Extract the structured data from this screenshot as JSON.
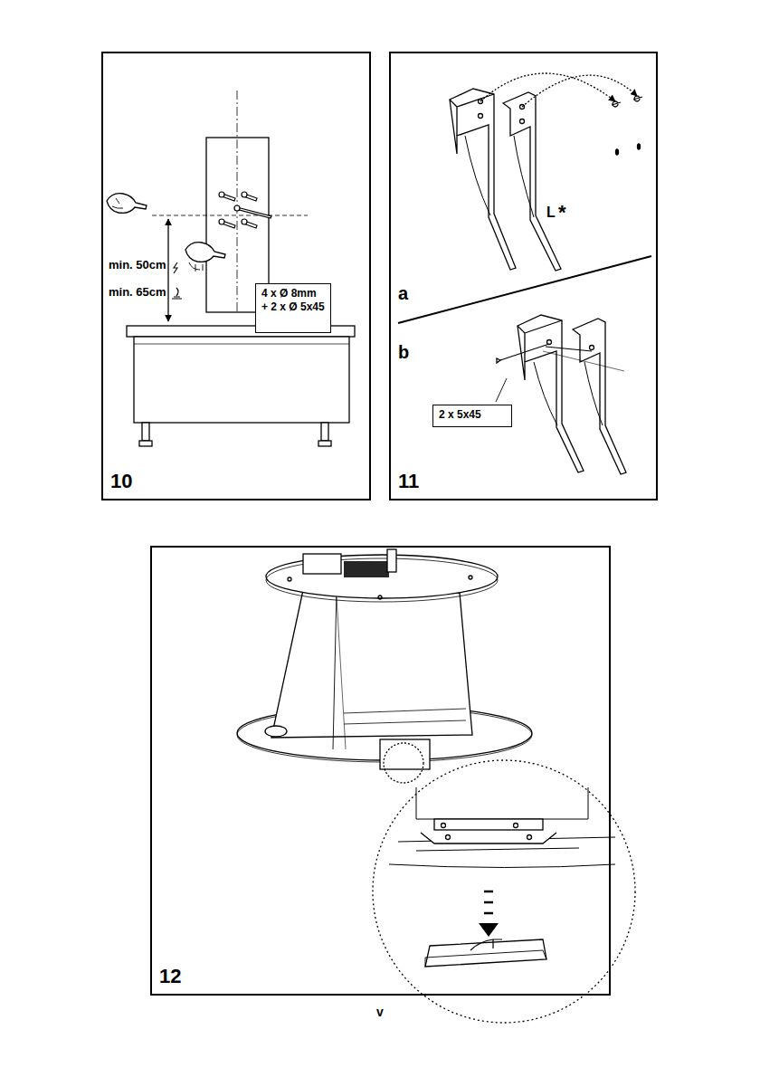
{
  "diagram": {
    "nodes": [
      {
        "text": [
          "10"
        ]
      },
      {
        "text": [
          "4 x Ø 8mm + 2 x Ø 5x45"
        ],
        "in": 0
      },
      {
        "text": [
          "11"
        ]
      },
      {
        "text": [
          "2 x 5x45"
        ],
        "in": 2
      },
      {
        "text": [
          "12"
        ]
      }
    ],
    "edges": [],
    "labels": [
      "min. 50cm",
      "min. 65cm",
      "a",
      "b",
      "L",
      "*",
      "v"
    ]
  }
}
